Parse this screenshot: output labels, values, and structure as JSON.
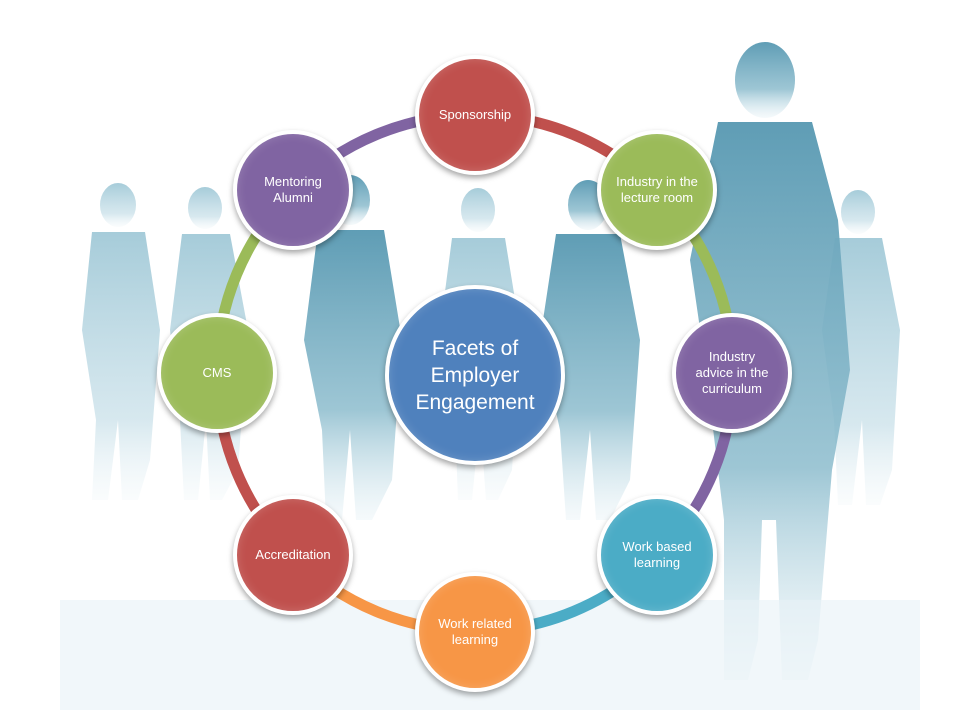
{
  "diagram": {
    "center": {
      "label": "Facets of Employer Engagement",
      "color": "#4f81bd"
    },
    "nodes": [
      {
        "id": "sponsorship",
        "label": "Sponsorship",
        "color": "#c0504d"
      },
      {
        "id": "industry-lecture",
        "label": "Industry in the lecture room",
        "color": "#9bbb59"
      },
      {
        "id": "industry-advice",
        "label": "Industry advice in the curriculum",
        "color": "#8064a2"
      },
      {
        "id": "work-based",
        "label": "Work based learning",
        "color": "#4bacc6"
      },
      {
        "id": "work-related",
        "label": "Work related learning",
        "color": "#f79646"
      },
      {
        "id": "accreditation",
        "label": "Accreditation",
        "color": "#c0504d"
      },
      {
        "id": "cms",
        "label": "CMS",
        "color": "#9bbb59"
      },
      {
        "id": "mentoring",
        "label": "Mentoring Alumni",
        "color": "#8064a2"
      }
    ],
    "arc_colors": [
      "#c0504d",
      "#9bbb59",
      "#8064a2",
      "#4bacc6",
      "#f79646",
      "#c0504d",
      "#9bbb59",
      "#8064a2"
    ],
    "background_color": "#7fb0c4"
  }
}
